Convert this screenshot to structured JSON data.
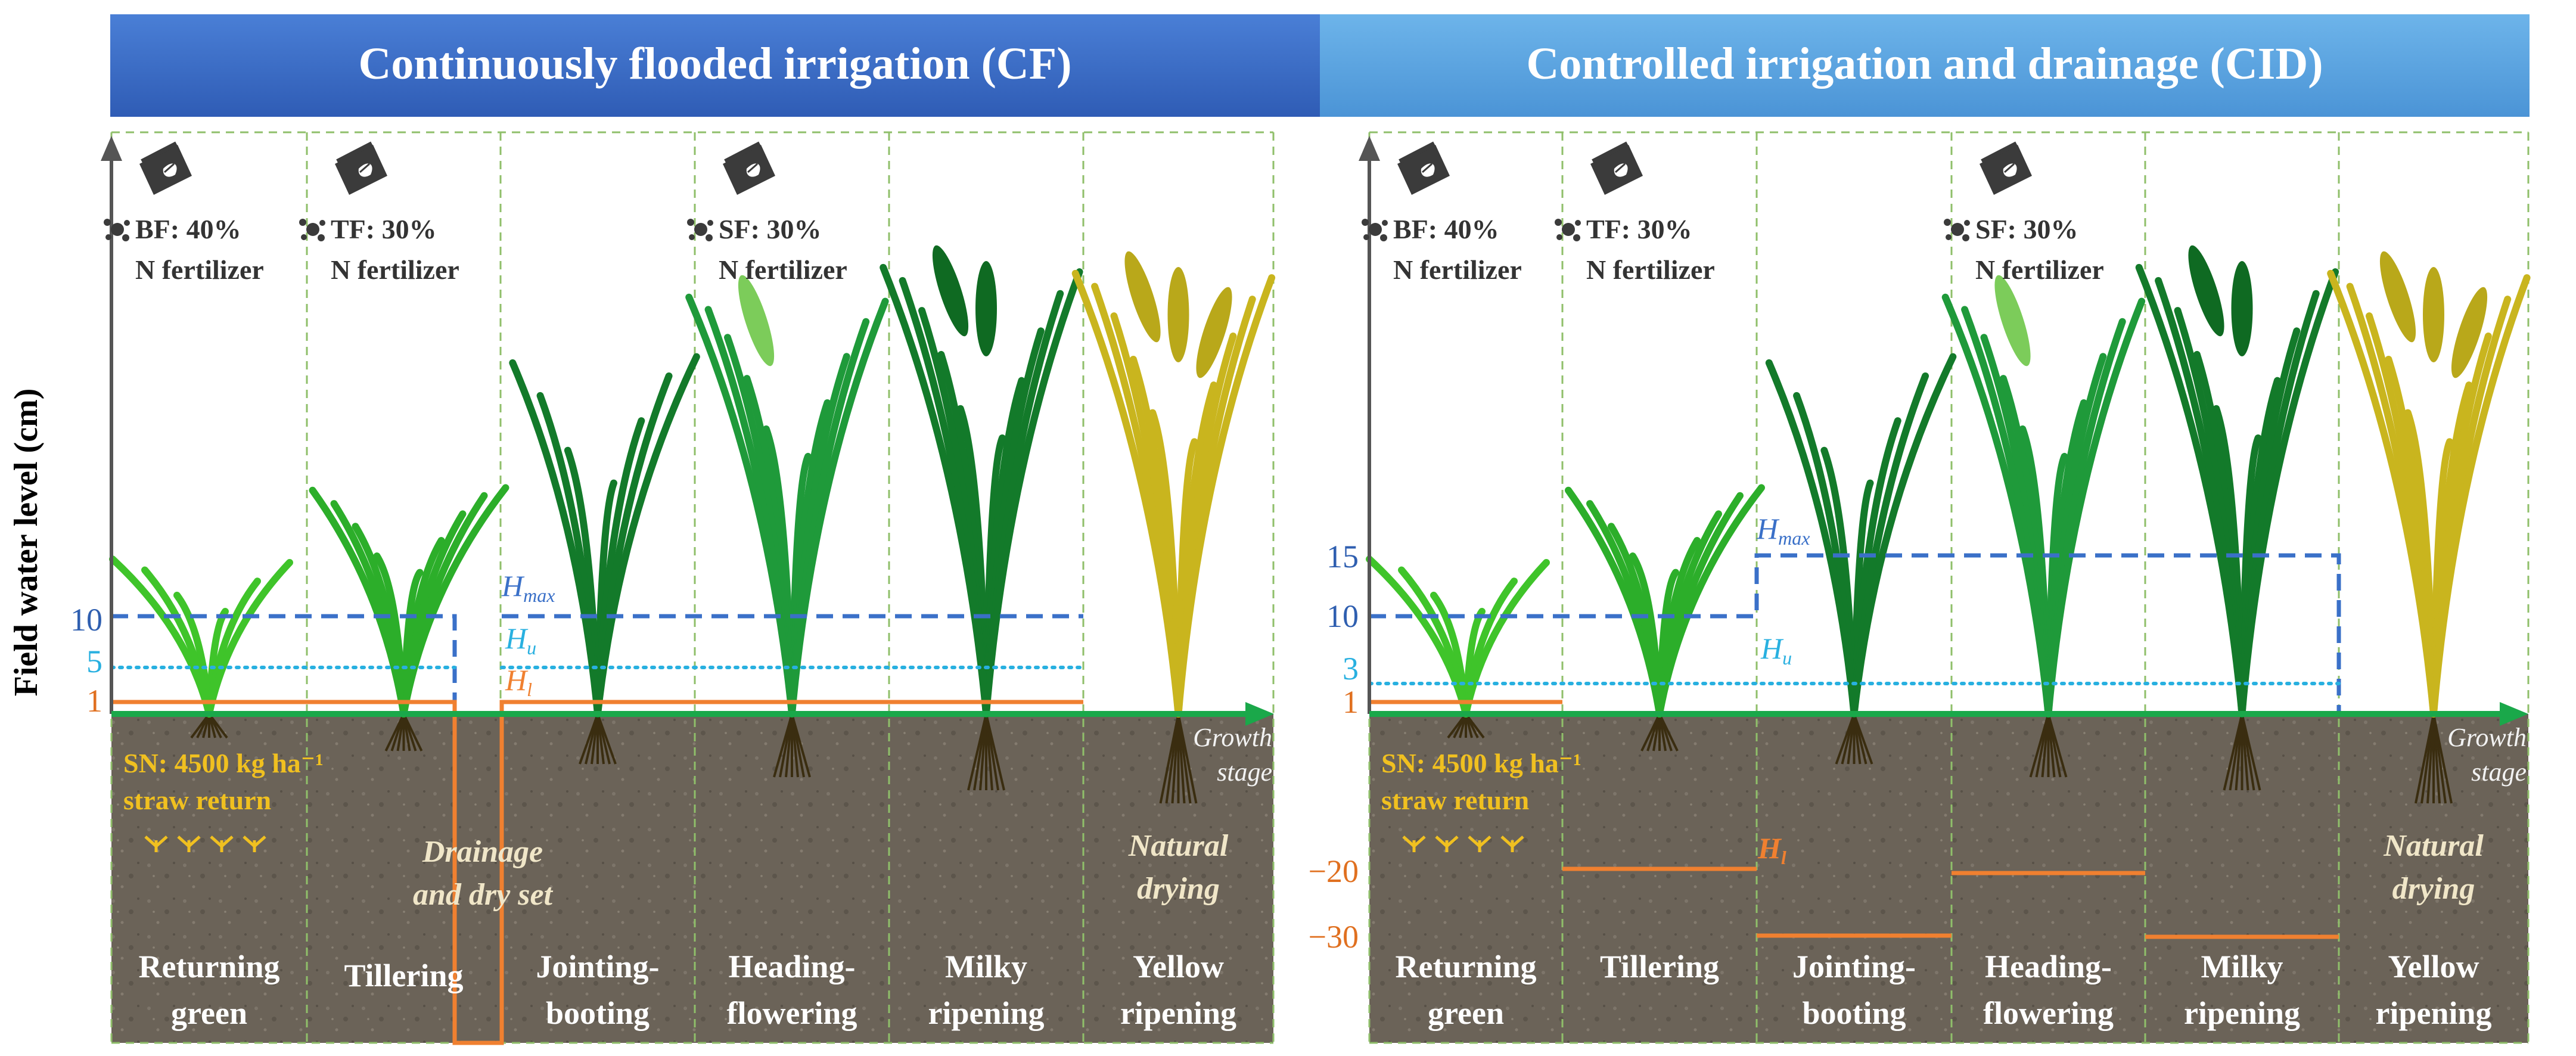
{
  "header": {
    "cf_title": "Continuously flooded irrigation (CF)",
    "cid_title": "Controlled irrigation and drainage (CID)"
  },
  "y_axis": {
    "label": "Field water level (cm)"
  },
  "fertilizer": {
    "bf": "BF: 40%",
    "tf": "TF: 30%",
    "sf": "SF: 30%",
    "n_label": "N fertilizer"
  },
  "straw": {
    "line1": "SN: 4500 kg ha⁻¹",
    "line2": "straw return"
  },
  "growth_stage_axis": {
    "line1": "Growth",
    "line2": "stage"
  },
  "notes": {
    "drainage_line1": "Drainage",
    "drainage_line2": "and dry set",
    "natural_line1": "Natural",
    "natural_line2": "drying"
  },
  "stages": [
    {
      "line1": "Returning",
      "line2": "green"
    },
    {
      "line1": "Tillering",
      "line2": ""
    },
    {
      "line1": "Jointing-",
      "line2": "booting"
    },
    {
      "line1": "Heading-",
      "line2": "flowering"
    },
    {
      "line1": "Milky",
      "line2": "ripening"
    },
    {
      "line1": "Yellow",
      "line2": "ripening"
    }
  ],
  "cf_panel": {
    "ticks": [
      "10",
      "5",
      "1"
    ],
    "hmax": "H",
    "hmax_sub": "max",
    "hu": "H",
    "hu_sub": "u",
    "hl": "H",
    "hl_sub": "l",
    "levels_cm": {
      "hmax": 10,
      "hu": 5,
      "hl": 1
    }
  },
  "cid_panel": {
    "ticks": [
      "15",
      "10",
      "3",
      "1",
      "−20",
      "−30"
    ],
    "hmax": "H",
    "hmax_sub": "max",
    "hu": "H",
    "hu_sub": "u",
    "hl": "H",
    "hl_sub": "l",
    "levels_cm": {
      "hmax_early": 10,
      "hmax_late": 15,
      "hu": 3,
      "hl_early": 1,
      "hl_tillering": -20,
      "hl_late": -30
    }
  },
  "colors": {
    "header_cf": "#3a6cc4",
    "header_cid": "#5aa3df",
    "hmax_line": "#3a70c8",
    "hu_line": "#28b0e0",
    "hl_line": "#f08030",
    "growth_axis": "#1aa84a",
    "soil": "#6b6358",
    "stage_divider": "#8fbf6a",
    "straw_text": "#f0c020",
    "tick_blue": "#2f5fb0",
    "tick_orange": "#e07020"
  }
}
